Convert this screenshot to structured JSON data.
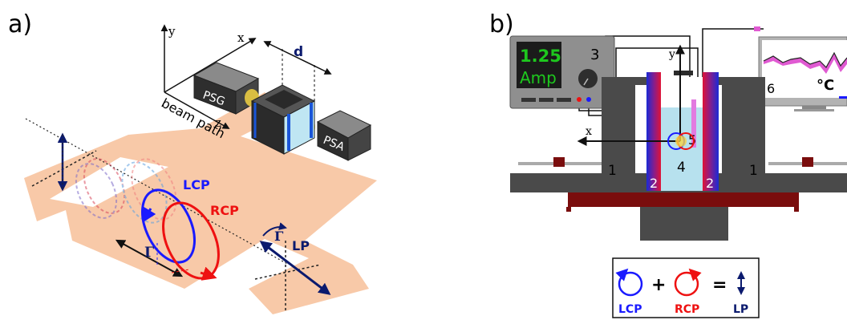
{
  "panel_a": {
    "label": "a)",
    "axis_y": "y",
    "axis_x": "x",
    "axis_z": "z",
    "psg": "PSG",
    "psa": "PSA",
    "beam_path": "beam path",
    "d_label": "d",
    "lcp": "LCP",
    "rcp": "RCP",
    "lp": "LP",
    "gamma_offset": "Γ",
    "gamma_angle": "Γ"
  },
  "panel_b": {
    "label": "b)",
    "display_value": "1.25",
    "display_unit": "Amp",
    "num_supply": "3",
    "num_monitor": "6",
    "temp_unit": "°C",
    "axis_y": "y",
    "axis_x": "x",
    "num_sample": "5",
    "num_cell": "4",
    "num_left": "1",
    "num_right": "1",
    "num_coil_left": "2",
    "num_coil_right": "2",
    "legend": {
      "lcp": "LCP",
      "rcp": "RCP",
      "lp": "LP",
      "plus": "+",
      "equals": "="
    }
  },
  "colors": {
    "lcp": "#1a1aff",
    "rcp": "#ee1111",
    "lp": "#0b1a6e",
    "beam": "#f8c9a8",
    "hot": "#cc1144",
    "cell": "#b7e1ee",
    "display_text": "#1ec81e",
    "sample": "#e27be0"
  }
}
